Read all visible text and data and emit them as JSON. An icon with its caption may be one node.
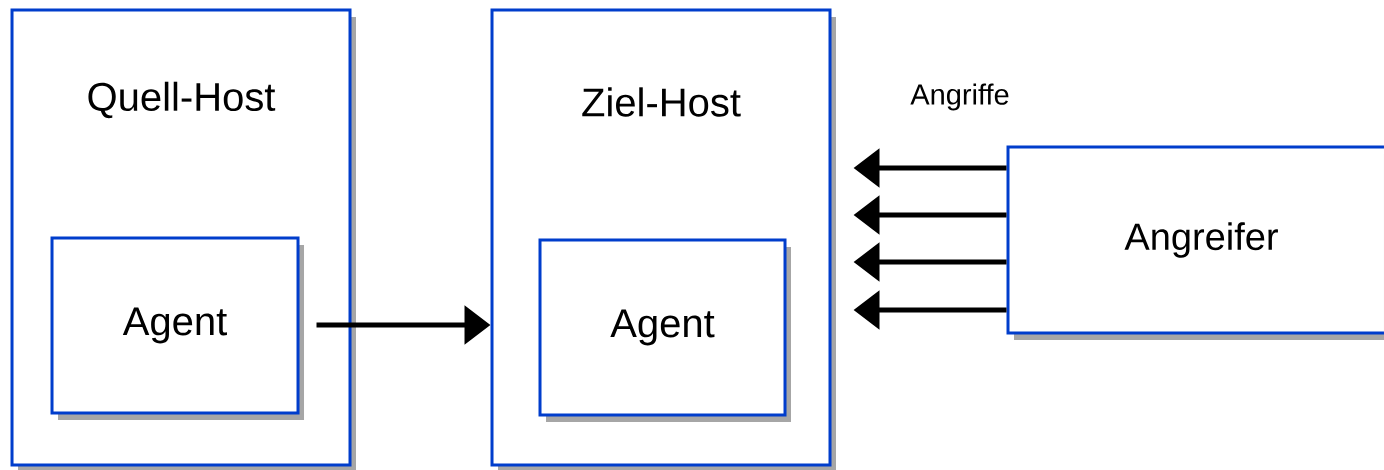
{
  "diagram": {
    "nodes": [
      {
        "text": [
          "Quell-Host"
        ]
      },
      {
        "text": [
          "Agent"
        ],
        "in": 0
      },
      {
        "text": [
          "Ziel-Host"
        ]
      },
      {
        "text": [
          "Agent"
        ],
        "in": 2
      },
      {
        "text": [
          "Angreifer"
        ]
      }
    ],
    "edges": [
      {
        "from": 1,
        "to": 2,
        "arrow": "to"
      },
      {
        "from": 4,
        "to": 2,
        "arrow": "to"
      },
      {
        "from": 4,
        "to": 2,
        "arrow": "to"
      },
      {
        "from": 4,
        "to": 2,
        "arrow": "to"
      },
      {
        "from": 4,
        "to": 2,
        "arrow": "to"
      }
    ],
    "labels": [
      "Angriffe"
    ]
  }
}
